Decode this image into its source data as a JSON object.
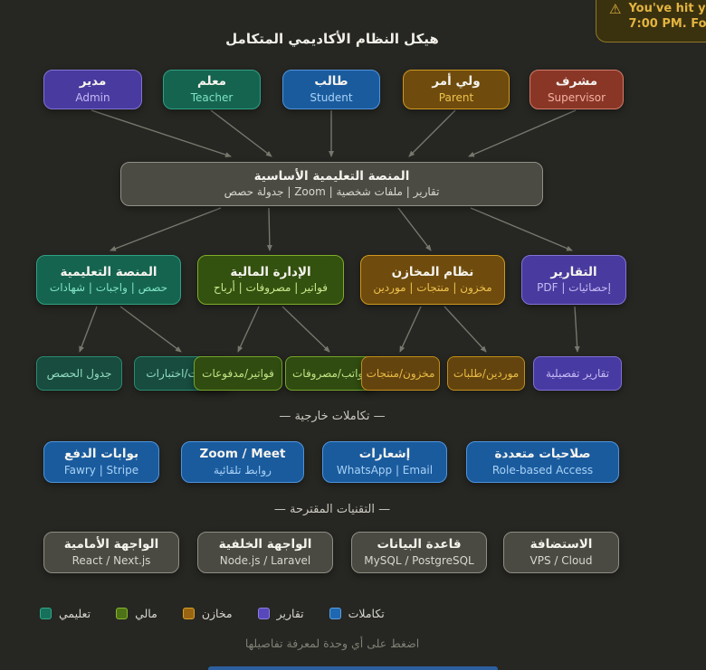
{
  "toast": {
    "line1": "You've hit yo",
    "line2": "7:00 PM. For"
  },
  "header": {
    "title": "هيكل النظام الأكاديمي المتكامل"
  },
  "roles": [
    {
      "title": "مدير",
      "subtitle": "Admin"
    },
    {
      "title": "معلم",
      "subtitle": "Teacher"
    },
    {
      "title": "طالب",
      "subtitle": "Student"
    },
    {
      "title": "ولي أمر",
      "subtitle": "Parent"
    },
    {
      "title": "مشرف",
      "subtitle": "Supervisor"
    }
  ],
  "core": {
    "title": "المنصة التعليمية الأساسية",
    "subtitle": "تقارير | ملفات شخصية | Zoom | جدولة حصص"
  },
  "modules": [
    {
      "title": "المنصة التعليمية",
      "subtitle": "حصص | واجبات | شهادات"
    },
    {
      "title": "الإدارة المالية",
      "subtitle": "فواتير | مصروفات | أرباح"
    },
    {
      "title": "نظام المخازن",
      "subtitle": "مخزون | منتجات | موردين"
    },
    {
      "title": "التقارير",
      "subtitle": "إحصائيات | PDF"
    }
  ],
  "submodules": [
    {
      "label": "جدول الحصص"
    },
    {
      "label": "واجبات/اختبارات"
    },
    {
      "label": "فواتير/مدفوعات"
    },
    {
      "label": "رواتب/مصروفات"
    },
    {
      "label": "مخزون/منتجات"
    },
    {
      "label": "موردين/طلبات"
    },
    {
      "label": "تقارير تفصيلية"
    }
  ],
  "sections": {
    "integrations": "— تكاملات خارجية —",
    "technologies": "— التقنيات المقترحة —"
  },
  "integrations": [
    {
      "title": "بوابات الدفع",
      "subtitle": "Fawry | Stripe"
    },
    {
      "title": "Zoom / Meet",
      "subtitle": "روابط تلقائية"
    },
    {
      "title": "إشعارات",
      "subtitle": "WhatsApp | Email"
    },
    {
      "title": "صلاحيات متعددة",
      "subtitle": "Role-based Access"
    }
  ],
  "technologies": [
    {
      "title": "الواجهة الأمامية",
      "subtitle": "React / Next.js"
    },
    {
      "title": "الواجهة الخلفية",
      "subtitle": "Node.js / Laravel"
    },
    {
      "title": "قاعدة البيانات",
      "subtitle": "MySQL / PostgreSQL"
    },
    {
      "title": "الاستضافة",
      "subtitle": "VPS / Cloud"
    }
  ],
  "legend": [
    {
      "label": "تعليمي",
      "color": "#17705a"
    },
    {
      "label": "مالي",
      "color": "#4e7316"
    },
    {
      "label": "مخازن",
      "color": "#9a6511"
    },
    {
      "label": "تقارير",
      "color": "#5748bb"
    },
    {
      "label": "تكاملات",
      "color": "#1f67b0"
    }
  ],
  "footer": {
    "hint": "اضغط على أي وحدة لمعرفة تفاصيلها"
  },
  "colors": {
    "background": "#262622",
    "teal": "#156450",
    "green": "#33510f",
    "amber": "#6f4c0d",
    "purple": "#483a9e",
    "blue": "#1a5b9e",
    "red": "#8a3626",
    "gray": "#4a4a42",
    "core": "#4b4b44",
    "arrow": "#77776e",
    "toast_text": "#e3b440",
    "toast_bg": "#3a310f"
  }
}
